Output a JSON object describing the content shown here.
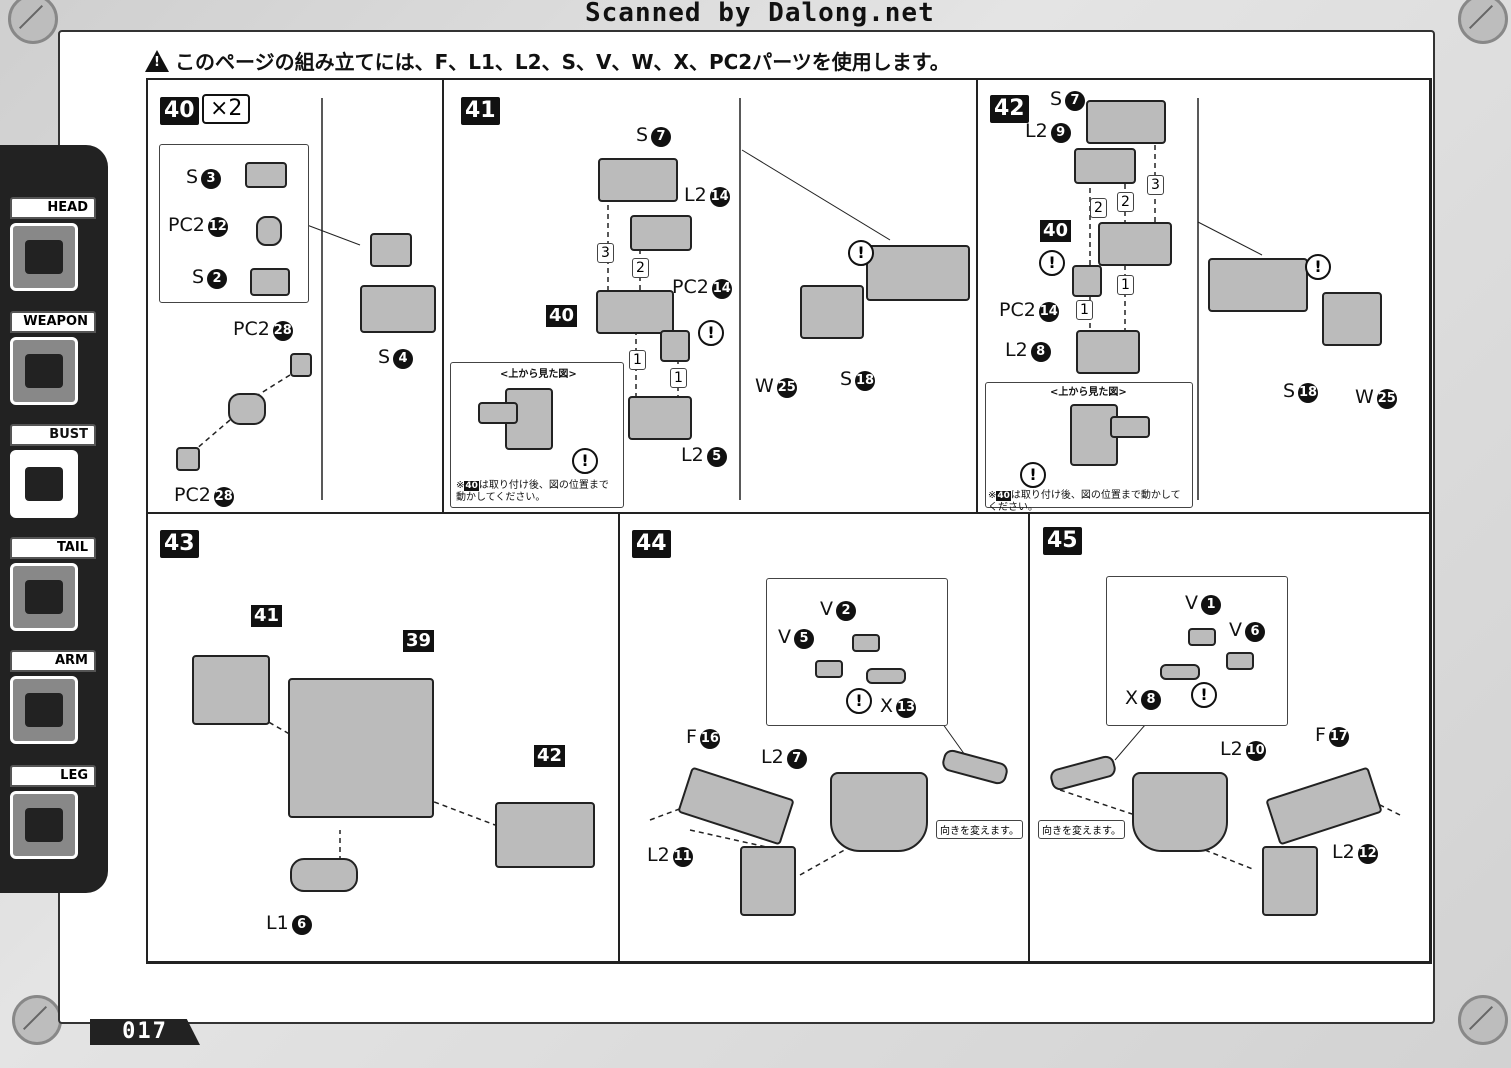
{
  "watermark": "Scanned by Dalong.net",
  "warning": "このページの組み立てには、F、L1、L2、S、V、W、X、PC2パーツを使用します。",
  "page_number": "017",
  "tabs": [
    {
      "label": "HEAD",
      "icon": "head-icon"
    },
    {
      "label": "WEAPON",
      "icon": "weapon-icon"
    },
    {
      "label": "BUST",
      "icon": "bust-icon",
      "active": true
    },
    {
      "label": "TAIL",
      "icon": "tail-icon"
    },
    {
      "label": "ARM",
      "icon": "arm-icon"
    },
    {
      "label": "LEG",
      "icon": "leg-icon"
    }
  ],
  "step40": {
    "num": "40",
    "qty": "×2",
    "labels": [
      {
        "t": "S",
        "n": "3"
      },
      {
        "t": "PC2",
        "n": "12"
      },
      {
        "t": "S",
        "n": "2"
      },
      {
        "t": "PC2",
        "n": "28"
      },
      {
        "t": "S",
        "n": "4"
      },
      {
        "t": "PC2",
        "n": "28"
      }
    ]
  },
  "step41": {
    "num": "41",
    "labels": [
      {
        "t": "S",
        "n": "7"
      },
      {
        "t": "L2",
        "n": "14"
      },
      {
        "t": "PC2",
        "n": "14"
      },
      {
        "t": "L2",
        "n": "5"
      },
      {
        "t": "W",
        "n": "25"
      },
      {
        "t": "S",
        "n": "18"
      }
    ],
    "ref": "40",
    "seq": [
      "3",
      "2",
      "1",
      "1"
    ],
    "view_title": "<上から見た図>",
    "note_ref": "40",
    "note": "は取り付け後、図の位置まで動かしてください。"
  },
  "step42": {
    "num": "42",
    "labels": [
      {
        "t": "S",
        "n": "7"
      },
      {
        "t": "L2",
        "n": "9"
      },
      {
        "t": "PC2",
        "n": "14"
      },
      {
        "t": "L2",
        "n": "8"
      },
      {
        "t": "S",
        "n": "18"
      },
      {
        "t": "W",
        "n": "25"
      }
    ],
    "ref": "40",
    "seq": [
      "3",
      "2",
      "2",
      "1",
      "1"
    ],
    "view_title": "<上から見た図>",
    "note_ref": "40",
    "note": "は取り付け後、図の位置まで動かしてください。"
  },
  "step43": {
    "num": "43",
    "refs": [
      "41",
      "39",
      "42"
    ],
    "labels": [
      {
        "t": "L1",
        "n": "6"
      }
    ]
  },
  "step44": {
    "num": "44",
    "labels": [
      {
        "t": "V",
        "n": "2"
      },
      {
        "t": "V",
        "n": "5"
      },
      {
        "t": "X",
        "n": "13"
      },
      {
        "t": "F",
        "n": "16"
      },
      {
        "t": "L2",
        "n": "7"
      },
      {
        "t": "L2",
        "n": "11"
      }
    ],
    "note": "向きを変えます。"
  },
  "step45": {
    "num": "45",
    "labels": [
      {
        "t": "V",
        "n": "1"
      },
      {
        "t": "V",
        "n": "6"
      },
      {
        "t": "X",
        "n": "8"
      },
      {
        "t": "L2",
        "n": "10"
      },
      {
        "t": "F",
        "n": "17"
      },
      {
        "t": "L2",
        "n": "12"
      }
    ],
    "note": "向きを変えます。"
  }
}
